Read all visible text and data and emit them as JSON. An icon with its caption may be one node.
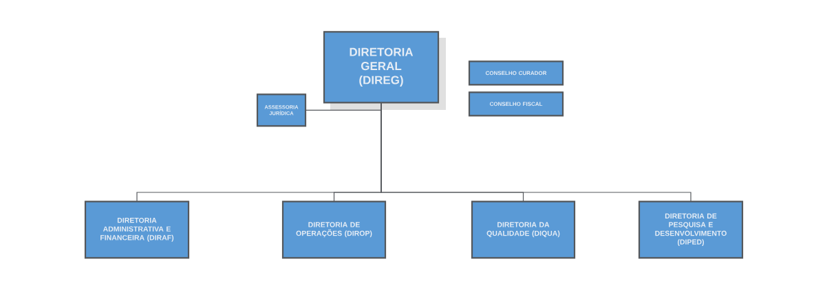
{
  "diagram": {
    "nodes": [
      {
        "text": [
          "DIRETORIA GERAL (DIREG)"
        ]
      },
      {
        "text": [
          "ASSESSORIA JURÍDICA"
        ]
      },
      {
        "text": [
          "CONSELHO CURADOR"
        ]
      },
      {
        "text": [
          "CONSELHO FISCAL"
        ]
      },
      {
        "text": [
          "DIRETORIA ADMINISTRATIVA E FINANCEIRA (DIRAF)"
        ]
      },
      {
        "text": [
          "DIRETORIA DE OPERAÇÕES (DIROP)"
        ]
      },
      {
        "text": [
          "DIRETORIA DA QUALIDADE (DIQUA)"
        ]
      },
      {
        "text": [
          "DIRETORIA DE PESQUISA E DESENVOLVIMENTO (DIPED)"
        ]
      }
    ],
    "edges": [
      {
        "from": 0,
        "to": 1,
        "arrow": "none"
      },
      {
        "from": 0,
        "to": 4,
        "arrow": "none"
      },
      {
        "from": 0,
        "to": 5,
        "arrow": "none"
      },
      {
        "from": 0,
        "to": 6,
        "arrow": "none"
      },
      {
        "from": 0,
        "to": 7,
        "arrow": "none"
      }
    ]
  }
}
